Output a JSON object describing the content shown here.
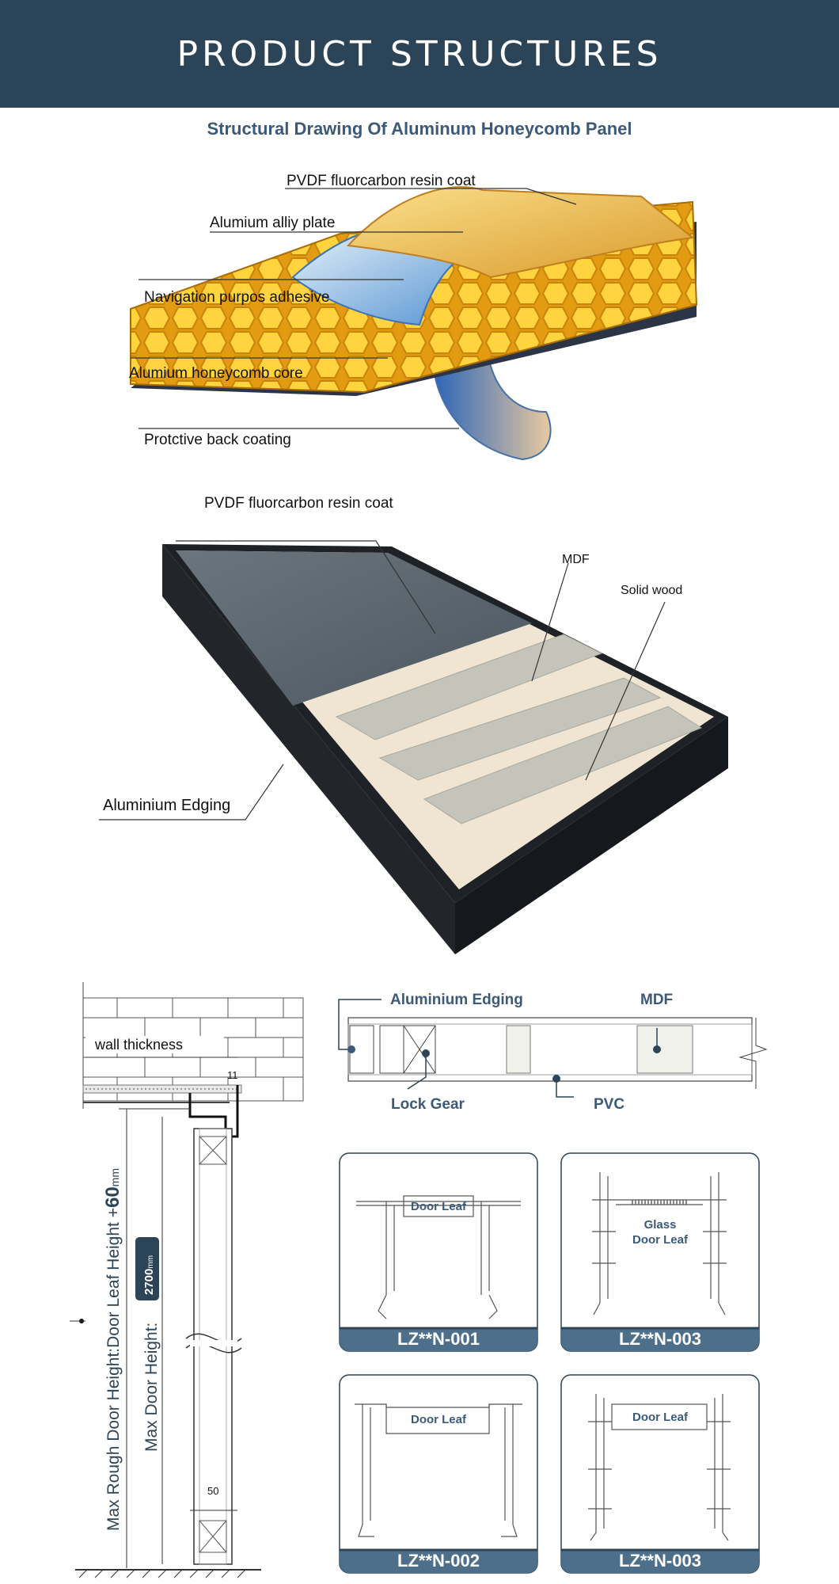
{
  "header": {
    "title": "PRODUCT STRUCTURES"
  },
  "subtitle": "Structural Drawing Of Aluminum Honeycomb Panel",
  "honeycomb": {
    "labels": [
      "PVDF fluorcarbon resin coat",
      "Alumium alliy plate",
      "Navigation purpos adhesive",
      "Alumium honeycomb core",
      "Protctive back coating"
    ]
  },
  "door_panel": {
    "top_label": "PVDF fluorcarbon resin coat",
    "mdf": "MDF",
    "solid_wood": "Solid wood",
    "edging": "Aluminium Edging"
  },
  "section": {
    "wall_thickness": "wall thickness",
    "dim_11": "11",
    "dim_50": "50",
    "rough_height": "Max Rough Door Height:Door Leaf Height +",
    "rough_plus": "60",
    "rough_unit": "mm",
    "door_height": "Max Door Height:",
    "door_height_value": "2700",
    "door_height_unit": "mm"
  },
  "cross_section": {
    "edging": "Aluminium Edging",
    "mdf": "MDF",
    "lock_gear": "Lock Gear",
    "pvc": "PVC"
  },
  "cards": [
    {
      "id": "LZ**N-001",
      "label": "Door Leaf"
    },
    {
      "id": "LZ**N-003",
      "label": "Glass",
      "label2": "Door Leaf"
    },
    {
      "id": "LZ**N-002",
      "label": "Door Leaf"
    },
    {
      "id": "LZ**N-003",
      "label": "Door Leaf"
    }
  ],
  "colors": {
    "banner": "#2c4458",
    "accent": "#3c5a78",
    "honeycomb": "#f2b324"
  }
}
